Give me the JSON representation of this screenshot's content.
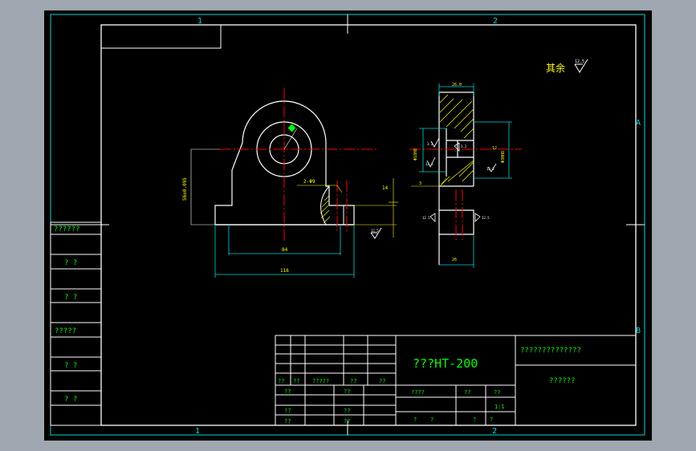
{
  "frame": {
    "zone_numbers_top": [
      "1",
      "2"
    ],
    "zone_numbers_bottom": [
      "1",
      "2"
    ],
    "zone_letters": [
      "A",
      "B"
    ]
  },
  "surface_note": {
    "text": "其余",
    "roughness": "12.5"
  },
  "left_sidebar": [
    "??????",
    "? ?",
    "? ?",
    "?????",
    "? ?",
    "? ?"
  ],
  "title_block": {
    "material": "???HT-200",
    "company": "??????????????",
    "drawing_name": "??????",
    "header_row": [
      "??",
      "??",
      "?????",
      "??",
      "??"
    ],
    "row_a": [
      "??",
      "??"
    ],
    "row_b": [
      "??",
      "??"
    ],
    "row_c": [
      "??",
      "??"
    ],
    "scale_header": [
      "????",
      "??",
      "??"
    ],
    "scale_value": "1:1",
    "bottom_row": [
      "?",
      "?",
      "?",
      "?"
    ]
  },
  "dimensions": {
    "left_view": {
      "height": "56±0.095",
      "slot_width": "84",
      "base_width": "116",
      "hole_note": "2-Φ9",
      "side_dim": "14"
    },
    "right_view": {
      "top_width": "26.0",
      "bottom_width": "26",
      "left_dia": "Φ18H8",
      "right_dia": "Φ30H8",
      "dim_12": "12",
      "dim_3": "3"
    }
  },
  "roughness_labels": [
    "12.5",
    "3.2",
    "3.2",
    "12.5",
    "12.5",
    "12.5",
    "12.5",
    "12.5"
  ]
}
